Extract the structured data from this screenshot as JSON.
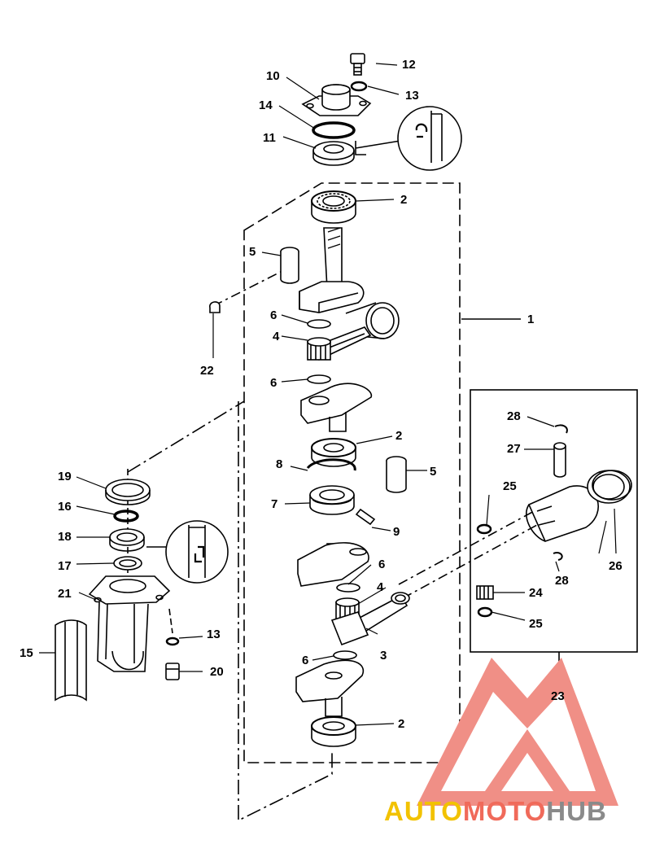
{
  "callouts": {
    "c1": "1",
    "c2a": "2",
    "c2b": "2",
    "c2c": "2",
    "c3": "3",
    "c4a": "4",
    "c4b": "4",
    "c5a": "5",
    "c5b": "5",
    "c6a": "6",
    "c6b": "6",
    "c6c": "6",
    "c6d": "6",
    "c7": "7",
    "c8": "8",
    "c9": "9",
    "c10": "10",
    "c11": "11",
    "c12": "12",
    "c13a": "13",
    "c13b": "13",
    "c14": "14",
    "c15": "15",
    "c16": "16",
    "c17": "17",
    "c18": "18",
    "c19": "19",
    "c20": "20",
    "c21": "21",
    "c22": "22",
    "c23": "23",
    "c24": "24",
    "c25a": "25",
    "c25b": "25",
    "c26": "26",
    "c27": "27",
    "c28a": "28",
    "c28b": "28"
  },
  "watermark": {
    "auto": "AUTO",
    "moto": "MOTO",
    "hub": "HUB",
    "colors": {
      "auto": "#f2c200",
      "moto": "#f06a5a",
      "hub": "#8a8a8a",
      "logo": "#f08f86"
    }
  }
}
